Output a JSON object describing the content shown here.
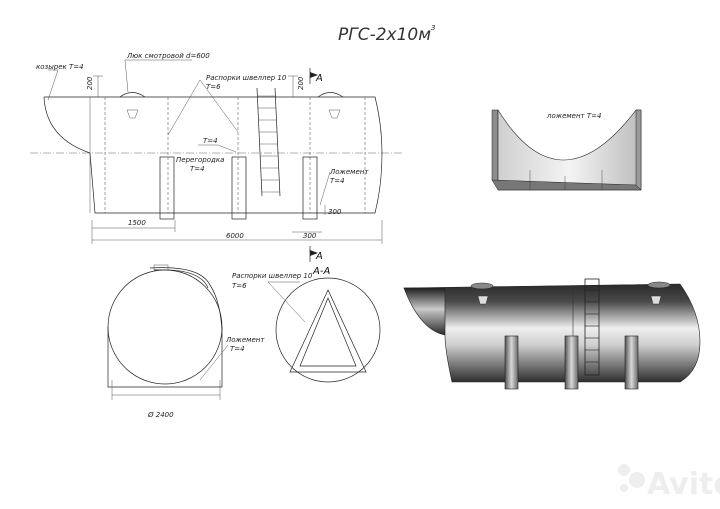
{
  "title": "РГС-2х10м",
  "title_sup": "3",
  "labels": {
    "kozyrek": "козырек T=4",
    "lyuk": "Люк смотровой d=600",
    "rasporki": "Распорки швеллер 10",
    "rasporki_t": "T=6",
    "t4": "T=4",
    "peregorodka": "Перегородка",
    "peregorodka_t": "T=4",
    "lozhement": "Ложемент",
    "lozhement_t": "T=4",
    "lozhement_3d": "ложемент T=4",
    "section_mark": "A",
    "section_title": "A-A"
  },
  "dims": {
    "d200_left": "200",
    "d200_right": "200",
    "d300_right": "300",
    "d300_bottom": "300",
    "d1500": "1500",
    "d6000": "6000",
    "d2400": "Ø 2400"
  },
  "watermark": "Avito"
}
